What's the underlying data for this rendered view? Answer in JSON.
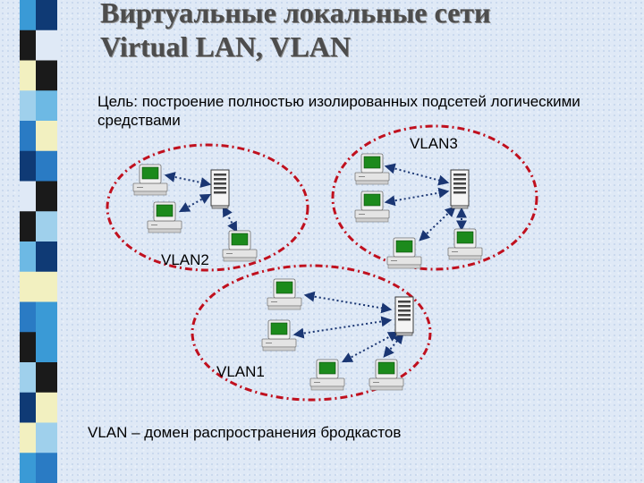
{
  "title": {
    "line1": "Виртуальные локальные сети",
    "line2": "Virtual LAN, VLAN"
  },
  "subtitle": "Цель: построение полностью изолированных подсетей логическими средствами",
  "footer": "VLAN – домен распространения бродкастов",
  "colors": {
    "background": "#dfe9f6",
    "ellipse_stroke": "#c0101e",
    "link_arrow": "#1a3673",
    "monitor_screen": "#1c8a1c",
    "computer_body": "#e4e4e4"
  },
  "stripe_colors": [
    "#3a9ad6",
    "#1a1a1a",
    "#f2f0c0",
    "#9fd0ec",
    "#2a7bc4",
    "#0f3a75",
    "#dfe9f6",
    "#1a1a1a",
    "#6db9e4",
    "#f2f0c0",
    "#2a7bc4",
    "#1a1a1a",
    "#9fd0ec",
    "#0f3a75",
    "#f2f0c0",
    "#3a9ad6"
  ],
  "vlans": [
    {
      "label": "VLAN2",
      "icon": "workstation-icon",
      "server_icon": "server-tower-icon"
    },
    {
      "label": "VLAN3",
      "icon": "workstation-icon",
      "server_icon": "server-tower-icon"
    },
    {
      "label": "VLAN1",
      "icon": "workstation-icon",
      "server_icon": "server-tower-icon"
    }
  ]
}
